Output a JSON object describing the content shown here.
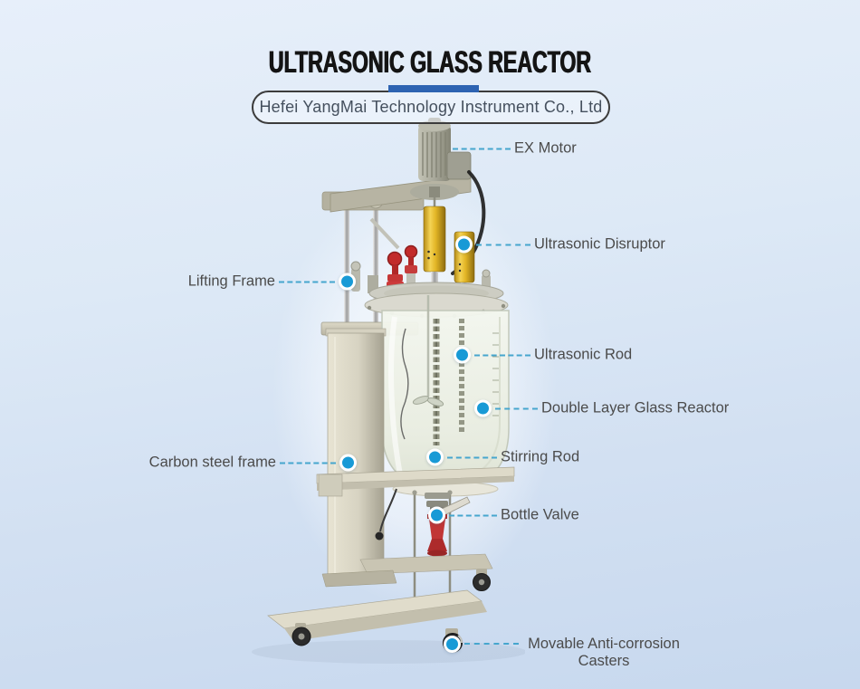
{
  "header": {
    "title": "ULTRASONIC GLASS REACTOR",
    "company": "Hefei YangMai Technology Instrument Co., Ltd"
  },
  "colors": {
    "accent_bar": "#2d63b2",
    "leader_line": "#46a6ce",
    "callout_dot": "#189ad6",
    "label_text": "#4b4b4b",
    "title_text": "#141414",
    "company_text": "#45505e",
    "pill_border": "#3c3c3c",
    "bg_top": "#e7effa",
    "bg_bottom": "#c7d8ee"
  },
  "diagram": {
    "equipment": "Ultrasonic Glass Reactor",
    "labels": [
      {
        "text": "EX Motor",
        "side": "right"
      },
      {
        "text": "Ultrasonic Disruptor",
        "side": "right"
      },
      {
        "text": "Lifting Frame",
        "side": "left"
      },
      {
        "text": "Ultrasonic Rod",
        "side": "right"
      },
      {
        "text": "Double Layer Glass Reactor",
        "side": "right"
      },
      {
        "text": "Carbon steel frame",
        "side": "left"
      },
      {
        "text": "Stirring Rod",
        "side": "right"
      },
      {
        "text": "Bottle Valve",
        "side": "right"
      },
      {
        "text": "Movable Anti-corrosion Casters",
        "side": "right"
      }
    ]
  }
}
